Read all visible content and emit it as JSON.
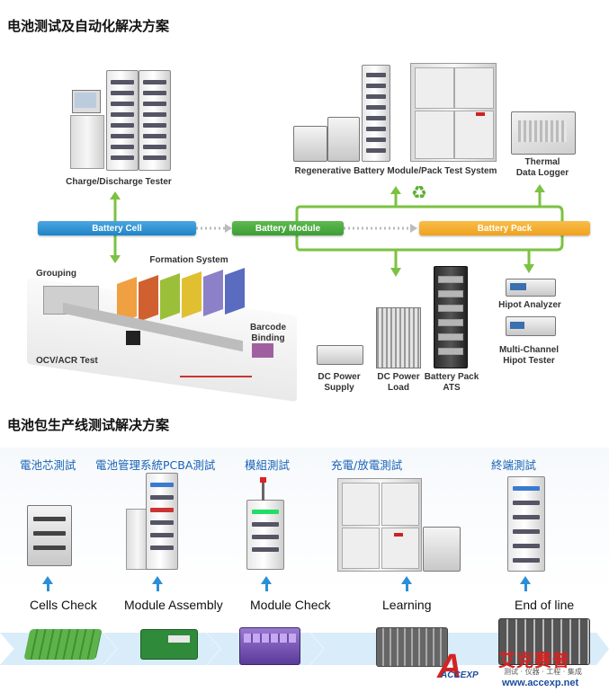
{
  "colors": {
    "cell_bar": "#1f84c8",
    "module_bar": "#3d9e36",
    "pack_bar": "#f0a21e",
    "flow_green": "#7cc242",
    "stage_blue": "#1a63b5",
    "arrow_blue": "#2a8fd6"
  },
  "section1": {
    "title": "电池测试及自动化解决方案",
    "bars": {
      "cell": "Battery Cell",
      "module": "Battery Module",
      "pack": "Battery Pack"
    },
    "equipment": {
      "charge_discharge": "Charge/Discharge Tester",
      "regen_system": "Regenerative Battery Module/Pack Test System",
      "thermal_1": "Thermal",
      "thermal_2": "Data Logger",
      "grouping": "Grouping",
      "formation": "Formation System",
      "barcode_1": "Barcode",
      "barcode_2": "Binding",
      "ocv_acr": "OCV/ACR Test",
      "dc_supply_1": "DC Power",
      "dc_supply_2": "Supply",
      "dc_load_1": "DC Power",
      "dc_load_2": "Load",
      "pack_ats_1": "Battery Pack",
      "pack_ats_2": "ATS",
      "hipot_analyzer": "Hipot Analyzer",
      "hipot_tester_1": "Multi-Channel",
      "hipot_tester_2": "Hipot Tester"
    },
    "recycle_icon": "recycle-icon"
  },
  "section2": {
    "title": "电池包生产线测试解决方案",
    "stages": [
      {
        "cn": "電池芯測試",
        "en": "Cells Check"
      },
      {
        "cn": "電池管理系統PCBA測試",
        "en": "Module Assembly"
      },
      {
        "cn": "模組測試",
        "en": "Module Check"
      },
      {
        "cn": "充電/放電測試",
        "en": "Learning"
      },
      {
        "cn": "終端測試",
        "en": "End of line"
      }
    ]
  },
  "watermark": {
    "brand_cn": "艾克赛普",
    "brand_en": "ACCEXP",
    "tagline": "测试 · 仪器 · 工程 · 集成",
    "url": "www.accexp.net"
  }
}
